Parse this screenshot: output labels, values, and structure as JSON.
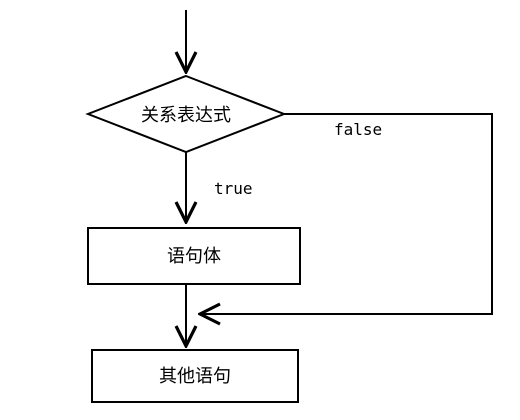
{
  "diagram": {
    "condition": "关系表达式",
    "true_label": "true",
    "false_label": "false",
    "body_statement": "语句体",
    "next_statement": "其他语句"
  }
}
